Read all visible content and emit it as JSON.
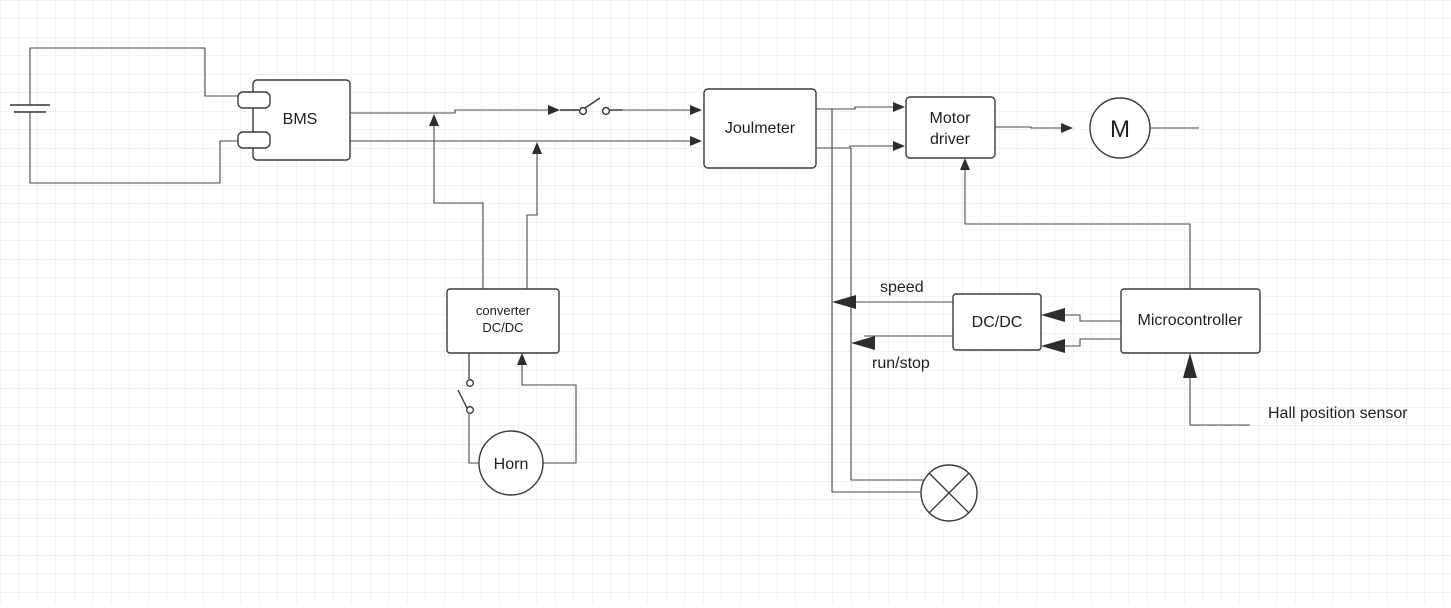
{
  "diagram": {
    "blocks": {
      "bms": "BMS",
      "joulmeter": "Joulmeter",
      "motor_driver": [
        "Motor",
        "driver"
      ],
      "motor": "M",
      "converter": [
        "converter",
        "DC/DC"
      ],
      "horn": "Horn",
      "dcdc": "DC/DC",
      "microcontroller": "Microcontroller"
    },
    "signals": {
      "speed": "speed",
      "run_stop": "run/stop",
      "hall_sensor": "Hall position sensor"
    }
  }
}
